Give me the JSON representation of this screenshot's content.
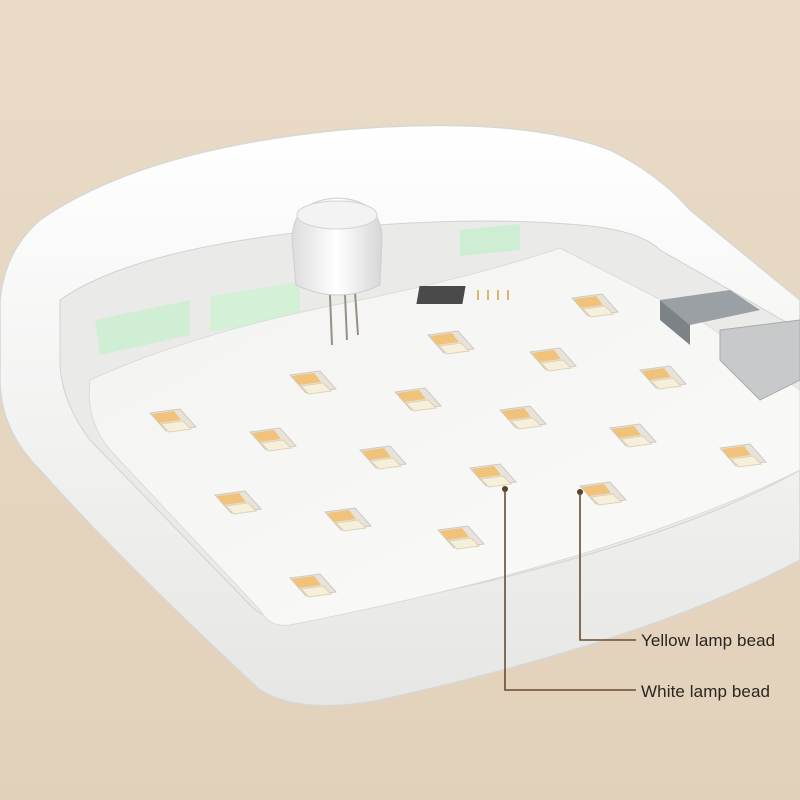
{
  "scene": {
    "subject": "led-panel-light",
    "background_color": "#e7d8c4",
    "housing_color": "#f4f3f1",
    "board_color": "#f7f7f5",
    "yellow_bead_color": "#f1c27a",
    "white_bead_color": "#f6efd9",
    "leader_line_color": "#6b4b2e"
  },
  "callouts": {
    "yellow": "Yellow lamp bead",
    "white": "White lamp bead"
  }
}
